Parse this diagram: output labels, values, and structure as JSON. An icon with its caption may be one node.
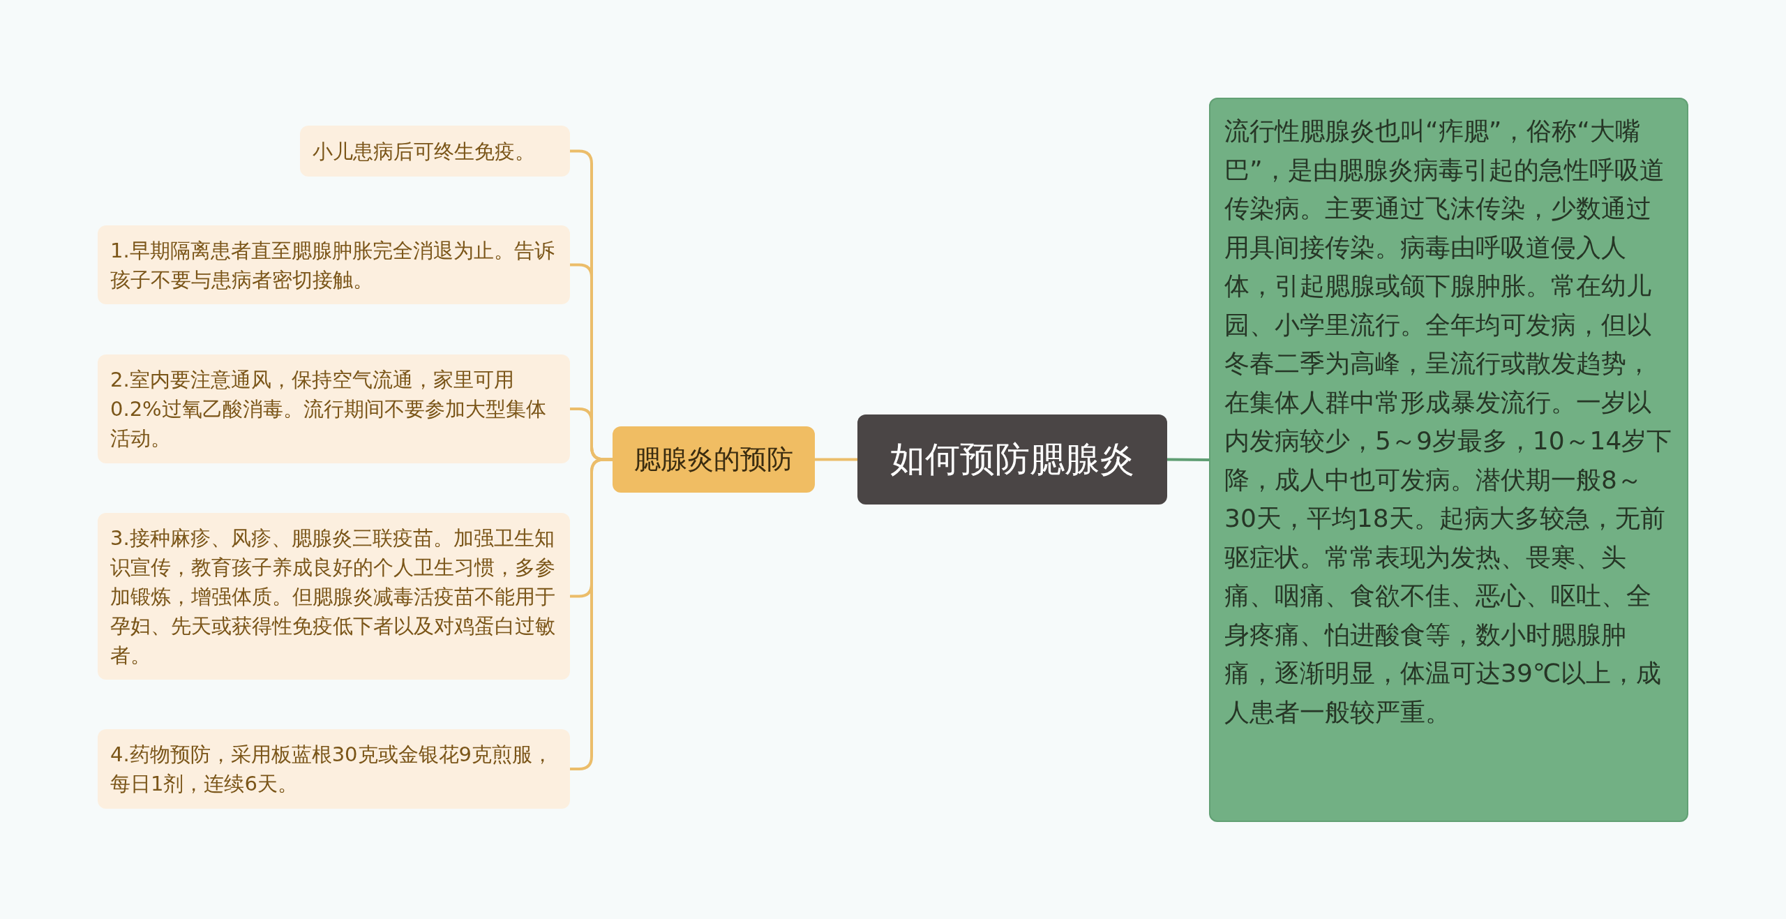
{
  "diagram": {
    "nodes": [
      {
        "text": [
          "如何预防腮腺炎"
        ]
      },
      {
        "text": [
          "腮腺炎的预防"
        ]
      },
      {
        "text": [
          "小儿患病后可终生免疫。"
        ]
      },
      {
        "text": [
          "1.早期隔离患者直至腮腺肿胀完全消退为止。告诉孩子不要与患病者密切接触。"
        ]
      },
      {
        "text": [
          "2.室内要注意通风，保持空气流通，家里可用0.2%过氧乙酸消毒。流行期间不要参加大型集体活动。"
        ]
      },
      {
        "text": [
          "3.接种麻疹、风疹、腮腺炎三联疫苗。加强卫生知识宣传，教育孩子养成良好的个人卫生习惯，多参加锻炼，增强体质。但腮腺炎减毒活疫苗不能用于孕妇、先天或获得性免疫低下者以及对鸡蛋白过敏者。"
        ]
      },
      {
        "text": [
          "4.药物预防，采用板蓝根30克或金银花9克煎服，每日1剂，连续6天。"
        ]
      },
      {
        "text": [
          "流行性腮腺炎也叫“痄腮”，俗称“大嘴巴”，是由腮腺炎病毒引起的急性呼吸道传染病。主要通过飞沫传染，少数通过用具间接传染。病毒由呼吸道侵入人体，引起腮腺或颌下腺肿胀。常在幼儿园、小学里流行。全年均可发病，但以冬春二季为高峰，呈流行或散发趋势，在集体人群中常形成暴发流行。一岁以内发病较少，5～9岁最多，10～14岁下降，成人中也可发病。潜伏期一般8～30天，平均18天。起病大多较急，无前驱症状。常常表现为发热、畏寒、头痛、咽痛、食欲不佳、恶心、呕吐、全身疼痛、怕进酸食等，数小时腮腺肿痛，逐渐明显，体温可达39℃以上，成人患者一般较严重。"
        ]
      }
    ],
    "edges": [
      {
        "from": 0,
        "to": 1,
        "arrow": "none"
      },
      {
        "from": 1,
        "to": 2,
        "arrow": "none"
      },
      {
        "from": 1,
        "to": 3,
        "arrow": "none"
      },
      {
        "from": 1,
        "to": 4,
        "arrow": "none"
      },
      {
        "from": 1,
        "to": 5,
        "arrow": "none"
      },
      {
        "from": 1,
        "to": 6,
        "arrow": "none"
      },
      {
        "from": 0,
        "to": 7,
        "arrow": "none",
        "color": "#5f9e73"
      }
    ]
  }
}
